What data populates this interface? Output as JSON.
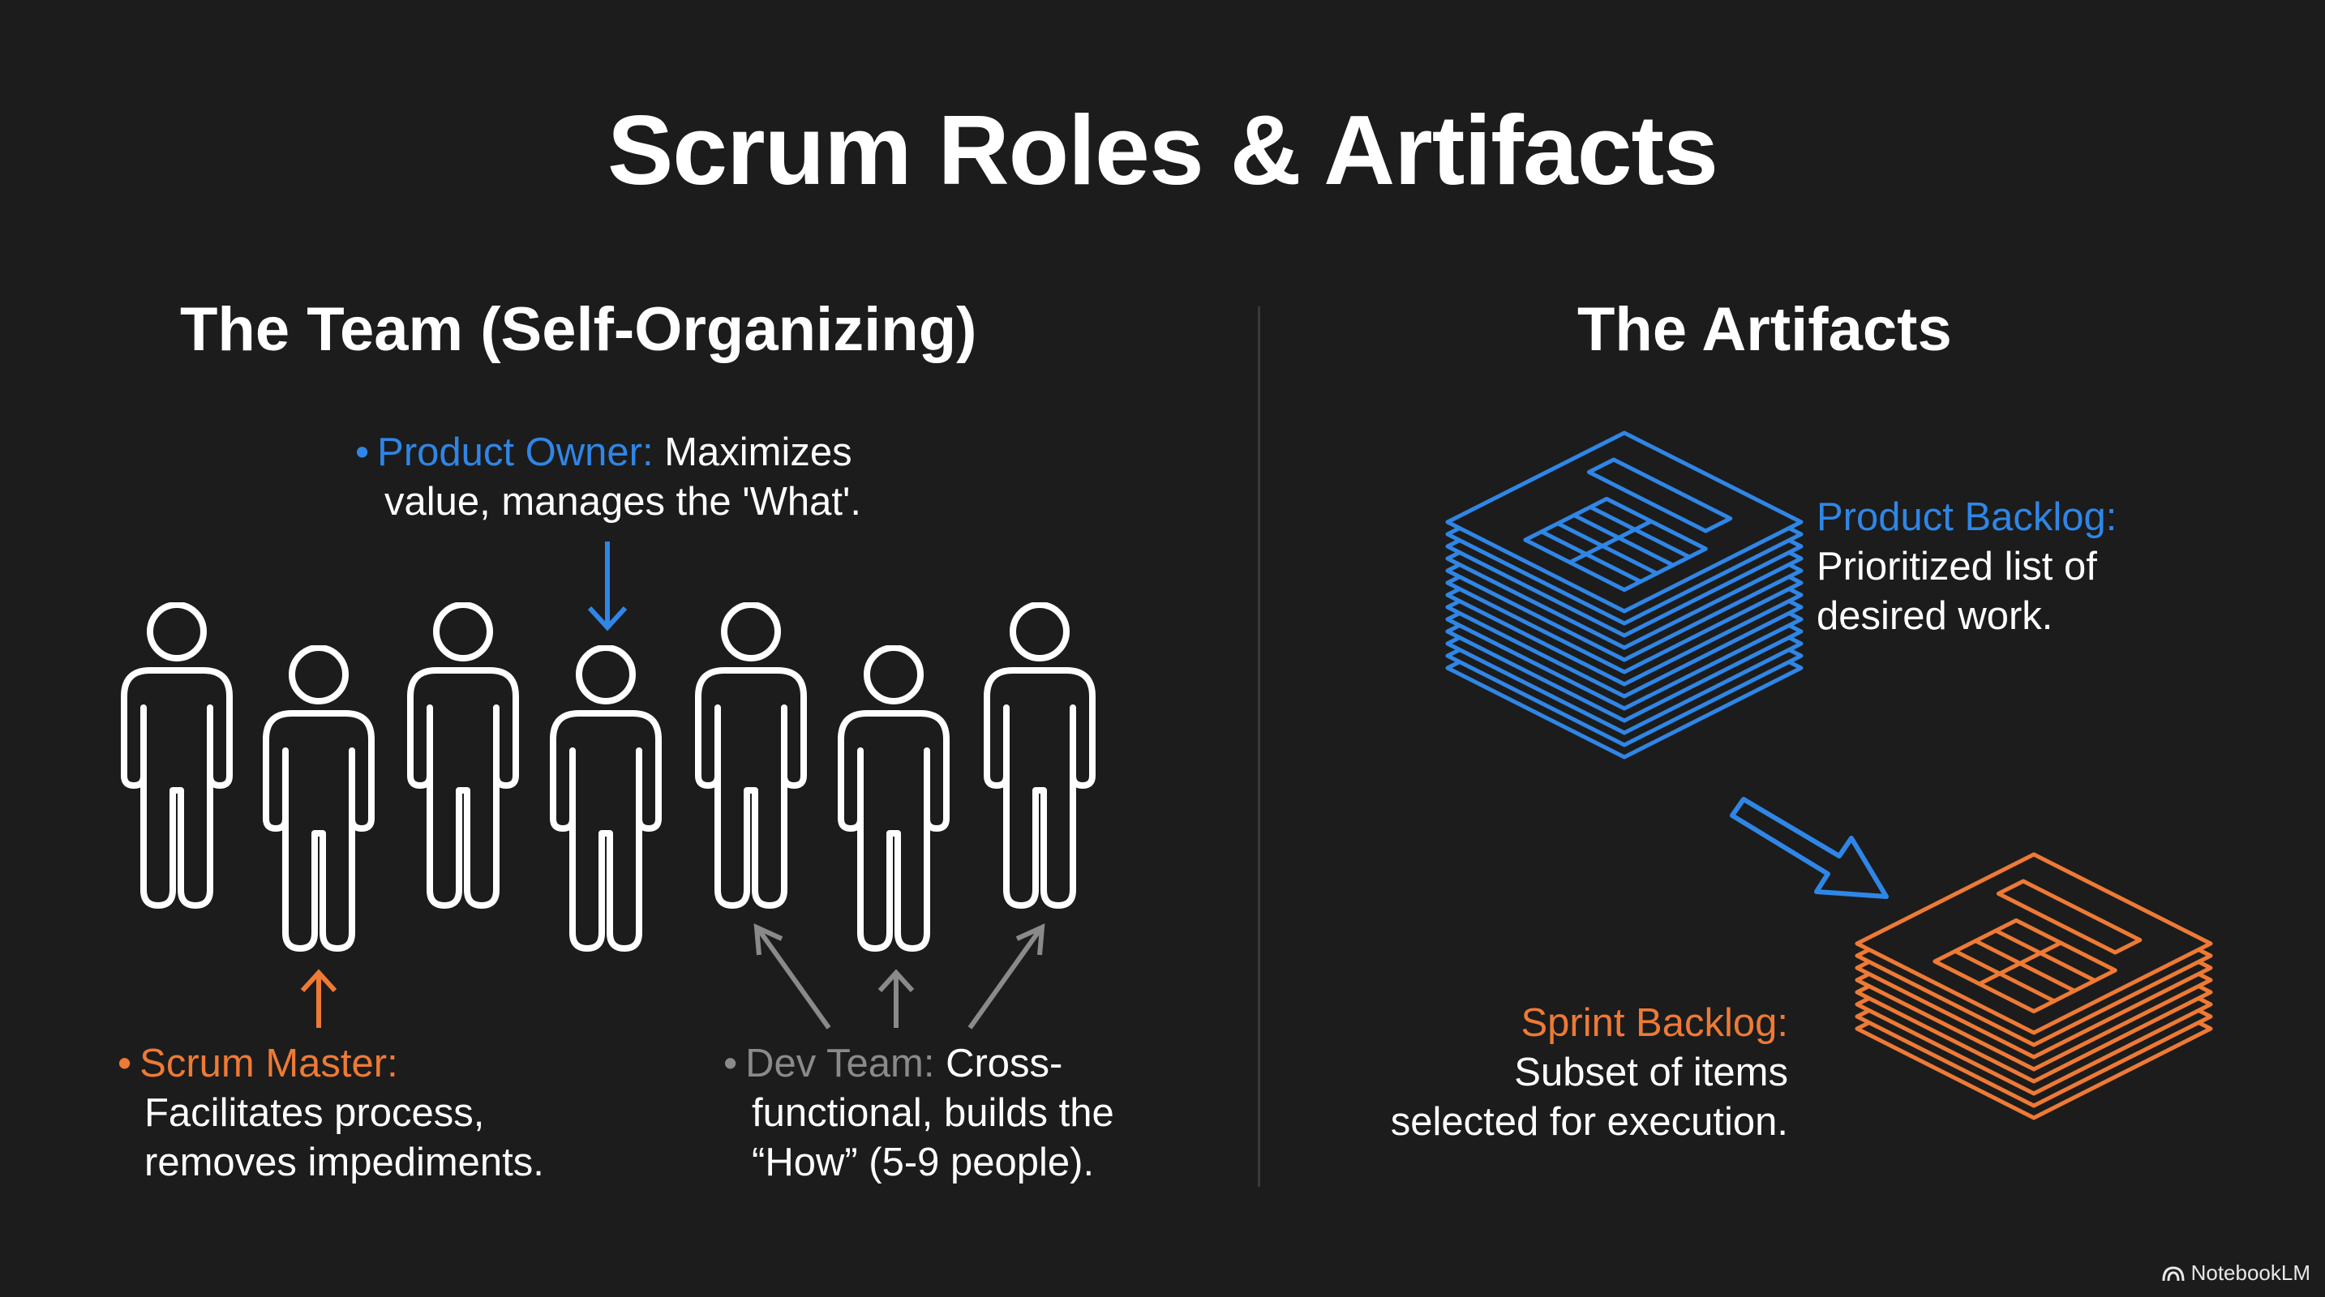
{
  "slide": {
    "title": "Scrum Roles & Artifacts",
    "team_title": "The Team (Self-Organizing)",
    "artifacts_title": "The Artifacts"
  },
  "roles": {
    "product_owner": {
      "bullet": "•",
      "label": "Product Owner:",
      "line1": "Maximizes",
      "line2": "value, manages the 'What'.",
      "color": "#2f86e6"
    },
    "scrum_master": {
      "bullet": "•",
      "label": "Scrum Master:",
      "line2": "Facilitates process,",
      "line3": "removes impediments.",
      "color": "#ee7a35"
    },
    "dev_team": {
      "bullet": "•",
      "label": "Dev Team:",
      "line1": "Cross-",
      "line2": "functional, builds the",
      "line3": "“How” (5-9 people).",
      "color": "#8a8a8a"
    }
  },
  "artifacts": {
    "product_backlog": {
      "label": "Product Backlog:",
      "line1": "Prioritized list of",
      "line2": "desired work.",
      "color": "#2f86e6"
    },
    "sprint_backlog": {
      "label": "Sprint Backlog:",
      "line1": "Subset of items",
      "line2": "selected for execution.",
      "color": "#ee7a35"
    }
  },
  "icons": [
    "person-icon",
    "arrow-icon",
    "document-stack-icon",
    "notebooklm-logo-icon"
  ],
  "brand": {
    "name": "NotebookLM"
  }
}
